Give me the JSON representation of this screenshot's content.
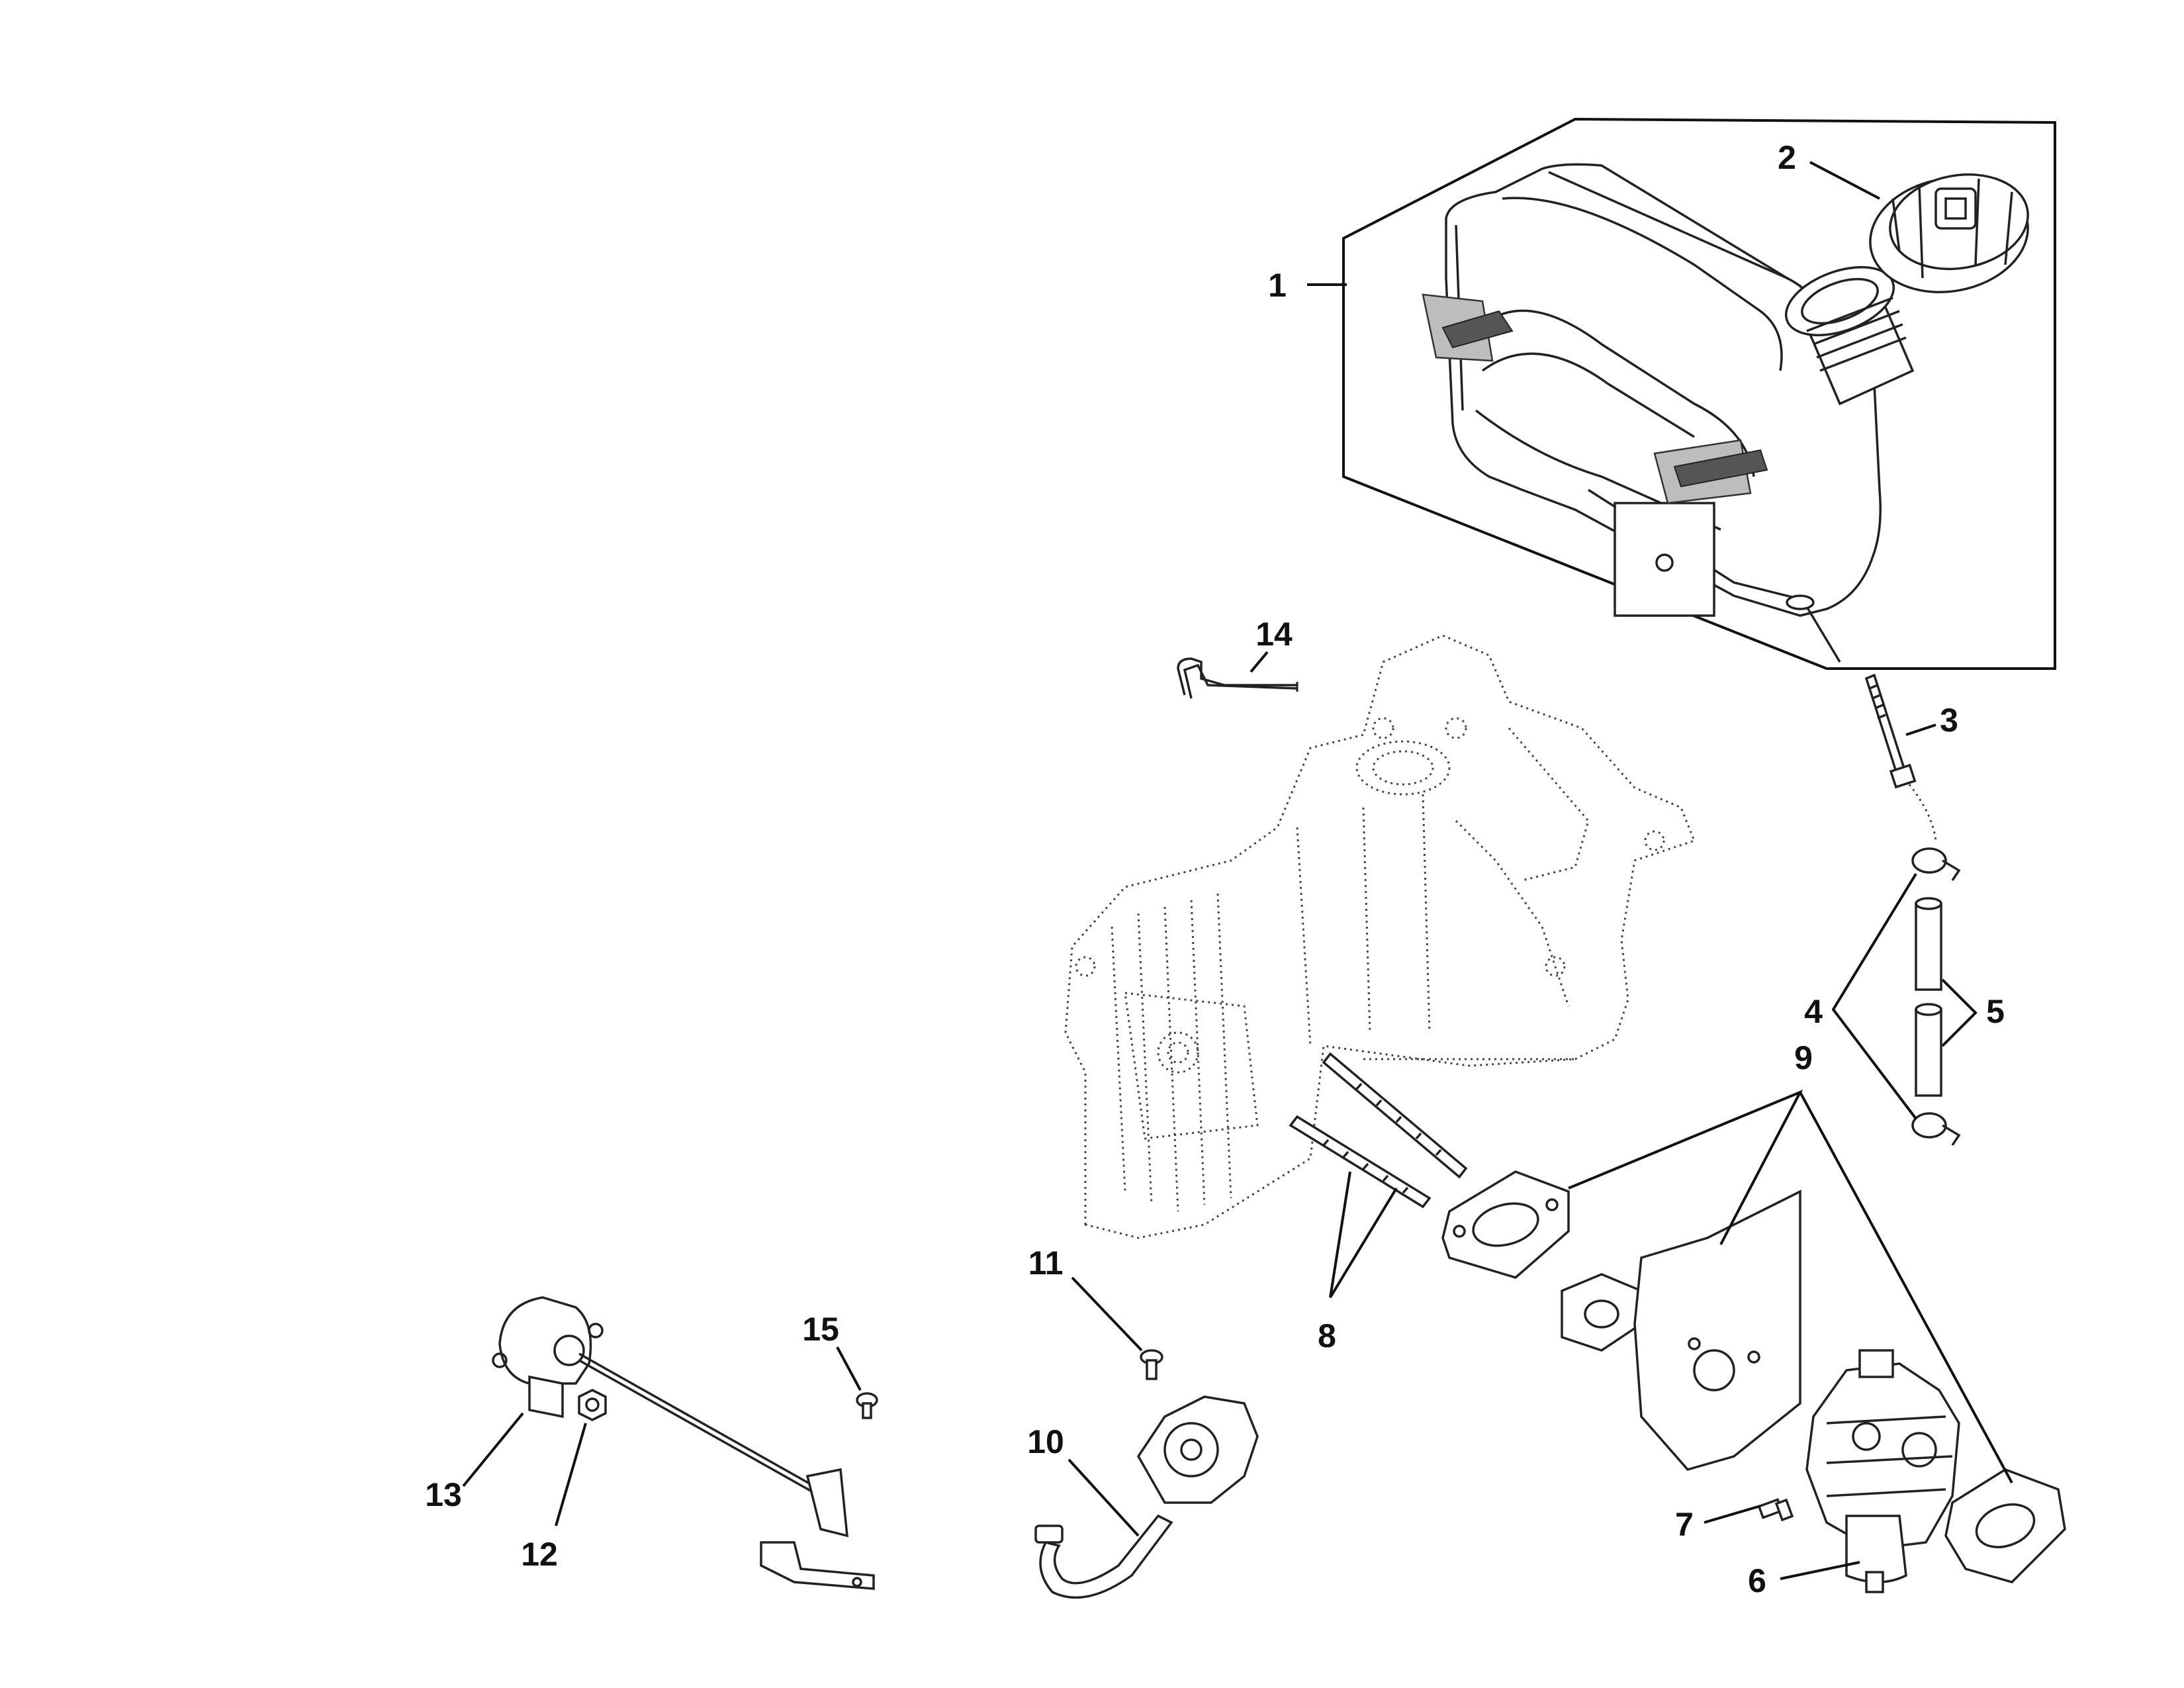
{
  "callouts": {
    "c1": "1",
    "c2": "2",
    "c3": "3",
    "c4": "4",
    "c5": "5",
    "c6": "6",
    "c7": "7",
    "c8": "8",
    "c9": "9",
    "c10": "10",
    "c11": "11",
    "c12": "12",
    "c13": "13",
    "c14": "14",
    "c15": "15"
  },
  "parts": [
    {
      "ref": "1",
      "icon": "fuel-tank"
    },
    {
      "ref": "2",
      "icon": "fuel-cap"
    },
    {
      "ref": "3",
      "icon": "bolt"
    },
    {
      "ref": "4",
      "icon": "hose-clamp"
    },
    {
      "ref": "5",
      "icon": "fuel-line"
    },
    {
      "ref": "6",
      "icon": "carburetor"
    },
    {
      "ref": "7",
      "icon": "drain-screw"
    },
    {
      "ref": "8",
      "icon": "stud"
    },
    {
      "ref": "9",
      "icon": "gasket"
    },
    {
      "ref": "10",
      "icon": "fuel-pump"
    },
    {
      "ref": "11",
      "icon": "screw"
    },
    {
      "ref": "12",
      "icon": "nut"
    },
    {
      "ref": "13",
      "icon": "governor"
    },
    {
      "ref": "14",
      "icon": "rod"
    },
    {
      "ref": "15",
      "icon": "screw"
    }
  ]
}
